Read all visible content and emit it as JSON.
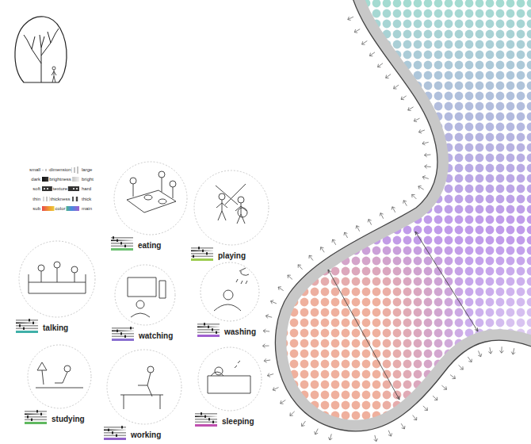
{
  "diagram": {
    "nodes": [
      {
        "text": [
          "eating"
        ]
      },
      {
        "text": [
          "playing"
        ]
      },
      {
        "text": [
          "talking"
        ]
      },
      {
        "text": [
          "watching"
        ]
      },
      {
        "text": [
          "washing"
        ]
      },
      {
        "text": [
          "studying"
        ]
      },
      {
        "text": [
          "working"
        ]
      },
      {
        "text": [
          "sleeping"
        ]
      }
    ],
    "labels": [
      "small",
      "dimension",
      "large",
      "dark",
      "brightness",
      "bright",
      "soft",
      "texture",
      "hard",
      "thin",
      "thickness",
      "thick",
      "sub",
      "color",
      "main"
    ]
  }
}
